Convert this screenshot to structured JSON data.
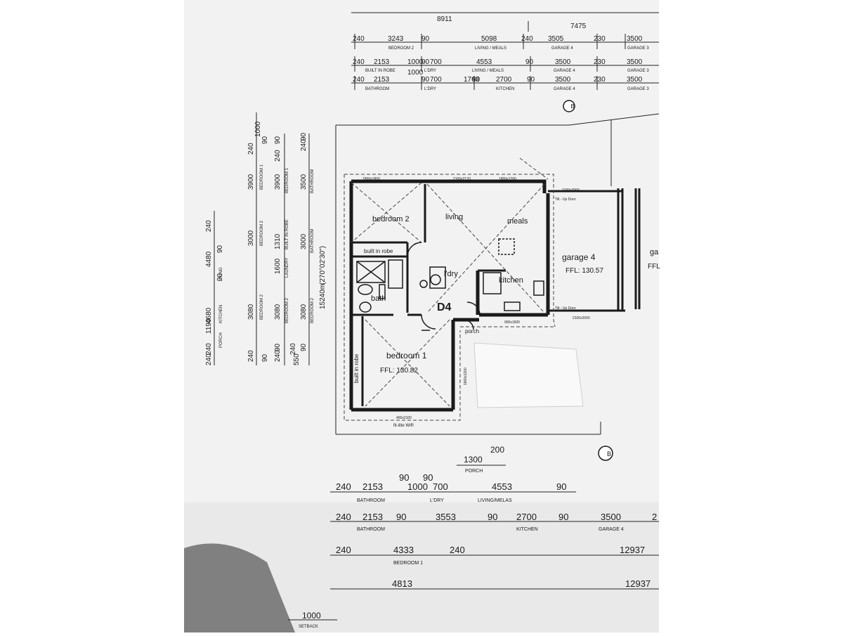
{
  "plan": {
    "unit_label": "D4",
    "rooms": {
      "bedroom2": "bedroom 2",
      "living": "living",
      "meals": "meals",
      "builtin_robe_top": "built in robe",
      "ldry": "l'dry",
      "kitchen": "kitchen",
      "bath": "bath",
      "bedroom1": "bedroom 1",
      "builtin_robe_side": "built in robe",
      "porch": "porch",
      "garage4": "garage 4",
      "garage_partial": "ga"
    },
    "levels": {
      "bedroom1_ffl": "FFL: 130.82",
      "garage_ffl": "FFL: 130.57",
      "next_garage_ffl": "FFL"
    },
    "angle": "(270°02'30\")",
    "section_marker": "B",
    "small_labels": {
      "win_bed2": "1800x1800",
      "win_living": "2100x2170",
      "win_meals": "1800x1200",
      "win_kitchen": "900x1600",
      "win_bed1": "400x2100",
      "wir": "fit-illte WIR",
      "roller_top": "2100x2000",
      "tilt_top": "Tilt - Up Door",
      "roller_bot": "Tilt - Up Door",
      "roller_bot_size": "2100x2000",
      "laund_w": "1800x1200"
    }
  },
  "top_dims": {
    "overall": [
      "8911",
      "7475"
    ],
    "row1": {
      "values": [
        "240",
        "3243",
        "90",
        "5098",
        "240",
        "3505",
        "230",
        "3500"
      ],
      "rooms": [
        "BEDROOM 2",
        "LIVING / MEALS",
        "GARAGE 4",
        "GARAGE 3"
      ]
    },
    "row2": {
      "values": [
        "240",
        "2153",
        "90",
        "1000",
        "700",
        "4553",
        "90",
        "3500",
        "230",
        "3500"
      ],
      "rooms": [
        "BUILT IN ROBE",
        "L'DRY",
        "LIVING / MEALS",
        "GARAGE 4",
        "GARAGE 3"
      ]
    },
    "row3": {
      "values": [
        "240",
        "2153",
        "90",
        "1000",
        "700",
        "1763",
        "90",
        "2700",
        "90",
        "3500",
        "230",
        "3500"
      ],
      "rooms": [
        "BATHROOM",
        "L'DRY",
        "KITCHEN",
        "GARAGE 4",
        "GARAGE 3"
      ]
    }
  },
  "left_dims": {
    "col1": [
      "4480",
      "LIVING",
      "4680",
      "KITCHEN",
      "1190",
      "PORCH",
      "240",
      "90",
      "240",
      "90",
      "240"
    ],
    "col2": [
      "240",
      "90",
      "3900",
      "BEDROOM 1",
      "3000",
      "BEDROOM 2",
      "3080",
      "BEDROOM 2",
      "1000",
      "240",
      "90"
    ],
    "col3": [
      "240",
      "90",
      "3900",
      "BEDROOM 1",
      "1310",
      "BUILT IN ROBE",
      "1600",
      "LAUNDRY",
      "3080",
      "BEDROOM 2",
      "240",
      "90"
    ],
    "col4": [
      "240",
      "90",
      "3500",
      "BATHROOM",
      "3000",
      "BATHROOM",
      "3080",
      "BEDROOM 2",
      "550",
      "240",
      "90"
    ],
    "total": "15240m"
  },
  "bottom_dims": {
    "porch": [
      "1300",
      "200",
      "PORCH"
    ],
    "row1": {
      "values": [
        "240",
        "2153",
        "90",
        "90",
        "1000",
        "700",
        "4553",
        "90"
      ],
      "rooms": [
        "BATHROOM",
        "L'DRY",
        "LIVING/MELAS"
      ]
    },
    "row2": {
      "values": [
        "240",
        "2153",
        "90",
        "3553",
        "90",
        "2700",
        "90",
        "3500",
        "2"
      ],
      "rooms": [
        "BATHROOM",
        "KITCHEN",
        "GARAGE 4"
      ]
    },
    "row3": {
      "values": [
        "240",
        "4333",
        "240",
        "12937"
      ],
      "rooms": [
        "BEDROOM 1"
      ]
    },
    "row4": {
      "values": [
        "4813",
        "12937"
      ]
    },
    "row5": {
      "values": [
        "1000"
      ],
      "rooms": [
        "SETBACK"
      ]
    }
  }
}
